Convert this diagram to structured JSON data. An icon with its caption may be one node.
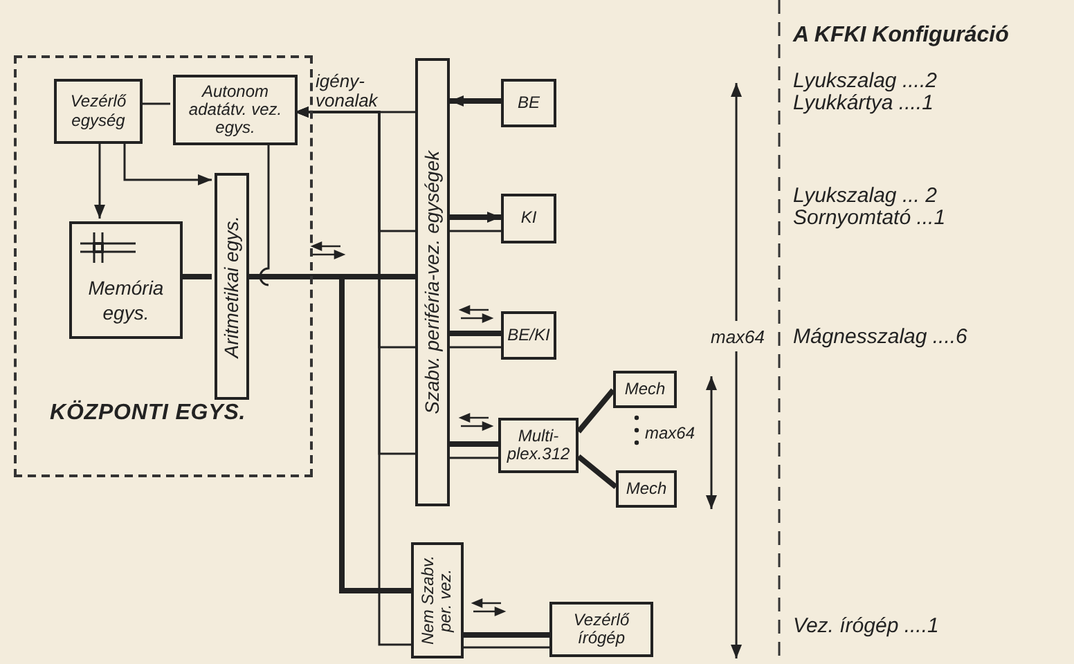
{
  "diagram": {
    "title": "A KFKI Konfiguráció",
    "nodes": [
      {
        "text": [
          "KÖZPONTI EGYS."
        ]
      },
      {
        "text": [
          "Vezérlő egység"
        ],
        "in": 0
      },
      {
        "text": [
          "Autonom adatátv. vez. egys."
        ],
        "in": 0
      },
      {
        "text": [
          "Memória egys."
        ],
        "in": 0
      },
      {
        "text": [
          "Aritmetikai egys."
        ],
        "in": 0
      },
      {
        "text": [
          "Szabv. periféria-vez. egységek"
        ]
      },
      {
        "text": [
          "BE"
        ]
      },
      {
        "text": [
          "KI"
        ]
      },
      {
        "text": [
          "BE/KI"
        ]
      },
      {
        "text": [
          "Multi-plex.312"
        ]
      },
      {
        "text": [
          "Mech"
        ]
      },
      {
        "text": [
          "Mech"
        ]
      },
      {
        "text": [
          "Nem Szabv. per. vez."
        ]
      },
      {
        "text": [
          "Vezérlő írógép"
        ]
      }
    ],
    "edges": [
      {
        "from": 1,
        "to": 2,
        "arrow": "none"
      },
      {
        "from": 1,
        "to": 3,
        "arrow": "to"
      },
      {
        "from": 1,
        "to": 4,
        "arrow": "to"
      },
      {
        "from": 3,
        "to": 4,
        "arrow": "none",
        "style": "thick"
      },
      {
        "from": 4,
        "to": 5,
        "arrow": "none",
        "style": "thick"
      },
      {
        "from": 2,
        "to": 5,
        "arrow": "none",
        "label": "igény-vonalak"
      },
      {
        "from": 2,
        "to": null,
        "arrow": "none"
      },
      {
        "from": 5,
        "to": 2,
        "arrow": "to"
      },
      {
        "from": 5,
        "to": 2,
        "arrow": "to"
      },
      {
        "from": 5,
        "to": 2,
        "arrow": "to"
      },
      {
        "from": 12,
        "to": 2,
        "arrow": "none"
      },
      {
        "from": 6,
        "to": 5,
        "arrow": "to",
        "style": "thick"
      },
      {
        "from": 5,
        "to": 7,
        "arrow": "to",
        "style": "thick"
      },
      {
        "from": 5,
        "to": 7,
        "arrow": "none"
      },
      {
        "from": 5,
        "to": 8,
        "arrow": "none",
        "style": "thick"
      },
      {
        "from": 5,
        "to": 8,
        "arrow": "none"
      },
      {
        "from": 5,
        "to": 9,
        "arrow": "none",
        "style": "thick"
      },
      {
        "from": 5,
        "to": 9,
        "arrow": "none"
      },
      {
        "from": 9,
        "to": 10,
        "arrow": "none",
        "style": "thick"
      },
      {
        "from": 9,
        "to": 11,
        "arrow": "none",
        "style": "thick"
      },
      {
        "from": 4,
        "to": 12,
        "arrow": "none",
        "style": "thick"
      },
      {
        "from": 12,
        "to": 13,
        "arrow": "none",
        "style": "thick"
      },
      {
        "from": 12,
        "to": 13,
        "arrow": "none"
      }
    ],
    "labels": [
      "max64",
      "max64",
      "Lyukszalag ....2",
      "Lyukkártya ....1",
      "Lyukszalag ... 2",
      "Sornyomtató ...1",
      "Mágnesszalag ....6",
      "Vez. írógép ....1"
    ]
  }
}
